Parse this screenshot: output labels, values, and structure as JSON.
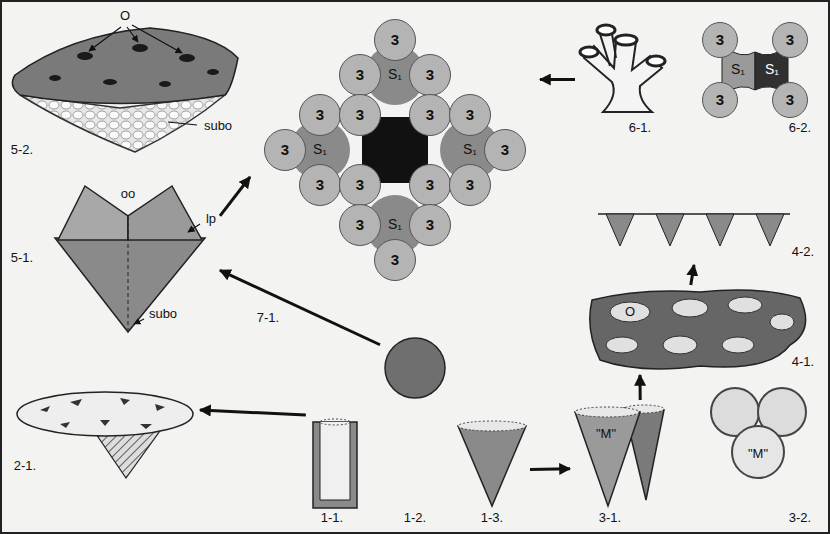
{
  "diagram": {
    "nodes": [
      {
        "text": [
          "5-2."
        ]
      },
      {
        "text": [
          "7-1."
        ]
      },
      {
        "text": [
          "3"
        ],
        "in": 1
      },
      {
        "text": [
          "3"
        ],
        "in": 1
      },
      {
        "text": [
          "3"
        ],
        "in": 1
      },
      {
        "text": [
          "3"
        ],
        "in": 1
      },
      {
        "text": [
          "3"
        ],
        "in": 1
      },
      {
        "text": [
          "3"
        ],
        "in": 1
      },
      {
        "text": [
          "3"
        ],
        "in": 1
      },
      {
        "text": [
          "3"
        ],
        "in": 1
      },
      {
        "text": [
          "3"
        ],
        "in": 1
      },
      {
        "text": [
          "3"
        ],
        "in": 1
      },
      {
        "text": [
          "3"
        ],
        "in": 1
      },
      {
        "text": [
          "3"
        ],
        "in": 1
      },
      {
        "text": [
          "3"
        ],
        "in": 1
      },
      {
        "text": [
          "3"
        ],
        "in": 1
      },
      {
        "text": [
          "3"
        ],
        "in": 1
      },
      {
        "text": [
          "3"
        ],
        "in": 1
      },
      {
        "text": [
          "6-1."
        ]
      },
      {
        "text": [
          "6-2."
        ]
      },
      {
        "text": [
          "3"
        ],
        "in": 19
      },
      {
        "text": [
          "3"
        ],
        "in": 19
      },
      {
        "text": [
          "3"
        ],
        "in": 19
      },
      {
        "text": [
          "3"
        ],
        "in": 19
      },
      {
        "text": [
          "5-1."
        ]
      },
      {
        "text": [
          "4-2."
        ]
      },
      {
        "text": [
          "4-1."
        ]
      },
      {
        "text": [
          "2-1."
        ]
      },
      {
        "text": [
          "1-2."
        ]
      },
      {
        "text": [
          "1-1."
        ]
      },
      {
        "text": [
          "1-3."
        ]
      },
      {
        "text": [
          "3-1."
        ]
      },
      {
        "text": [
          "3-2."
        ]
      }
    ],
    "edges": [
      {
        "from": 29,
        "to": 27,
        "arrow": "to"
      },
      {
        "from": 28,
        "to": 24,
        "arrow": "to"
      },
      {
        "from": 24,
        "to": 1,
        "arrow": "to"
      },
      {
        "from": 30,
        "to": 31,
        "arrow": "to"
      },
      {
        "from": 31,
        "to": 26,
        "arrow": "to"
      },
      {
        "from": 26,
        "to": 25,
        "arrow": "to"
      },
      {
        "from": 18,
        "to": 1,
        "arrow": "to"
      }
    ],
    "labels": [
      "O",
      "subo",
      "oo",
      "lp",
      "subo",
      "S₁",
      "S₁",
      "S₁",
      "S₁",
      "S₁",
      "S₁",
      "O",
      "\"M\"",
      "\"M\""
    ]
  }
}
